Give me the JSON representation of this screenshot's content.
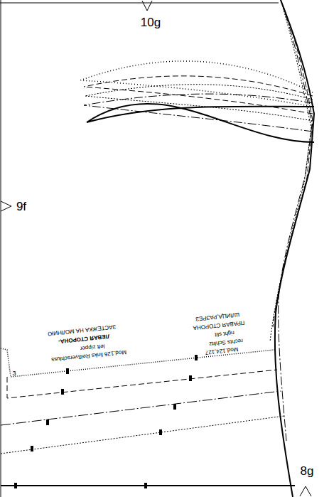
{
  "diagram": {
    "labels": [
      "10g",
      "9f",
      "8g",
      "3",
      "Mod.126 links Reißverschluss",
      "left zipper",
      "ЛЕВАЯ СТОРОНА-",
      "ЗАСТЕЖКА НА МОЛНИЮ",
      "Mod.124,127",
      "rechts Schlitz",
      "right slit",
      "ПРАВАЯ СТОРОНА",
      "ШЛИЦА,РАЗРЕЗ"
    ]
  }
}
